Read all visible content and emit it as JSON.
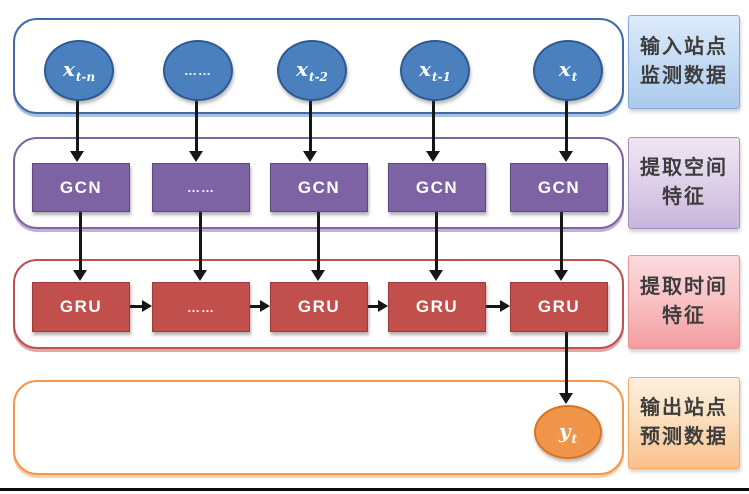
{
  "diagram": {
    "columns": [
      {
        "input": {
          "base": "x",
          "sub": "t-n"
        },
        "gcn": "GCN",
        "gru": "GRU"
      },
      {
        "input": {
          "base": "……",
          "sub": ""
        },
        "gcn": "……",
        "gru": "……"
      },
      {
        "input": {
          "base": "x",
          "sub": "t-2"
        },
        "gcn": "GCN",
        "gru": "GRU"
      },
      {
        "input": {
          "base": "x",
          "sub": "t-1"
        },
        "gcn": "GCN",
        "gru": "GRU"
      },
      {
        "input": {
          "base": "x",
          "sub": "t"
        },
        "gcn": "GCN",
        "gru": "GRU"
      }
    ],
    "output_node": {
      "base": "y",
      "sub": "t"
    },
    "side_labels": [
      {
        "line1": "输入站点",
        "line2": "监测数据"
      },
      {
        "line1": "提取空间",
        "line2": "特征"
      },
      {
        "line1": "提取时间",
        "line2": "特征"
      },
      {
        "line1": "输出站点",
        "line2": "预测数据"
      }
    ],
    "colors": {
      "input_node_fill": "#4a80bd",
      "input_node_border": "#2e5a94",
      "input_container_border": "#3f6ca6",
      "gcn_node_fill": "#7d63a3",
      "gcn_container_border": "#8064a2",
      "gru_node_fill": "#c14f4c",
      "gru_container_border": "#c0504d",
      "output_node_fill": "#f0954a",
      "output_container_border": "#f79646",
      "label_input_bg": "#abc9ec",
      "label_spatial_bg": "#c9b5dc",
      "label_temporal_bg": "#f29da0",
      "label_output_bg": "#f9c18c",
      "arrow": "#161616"
    }
  }
}
